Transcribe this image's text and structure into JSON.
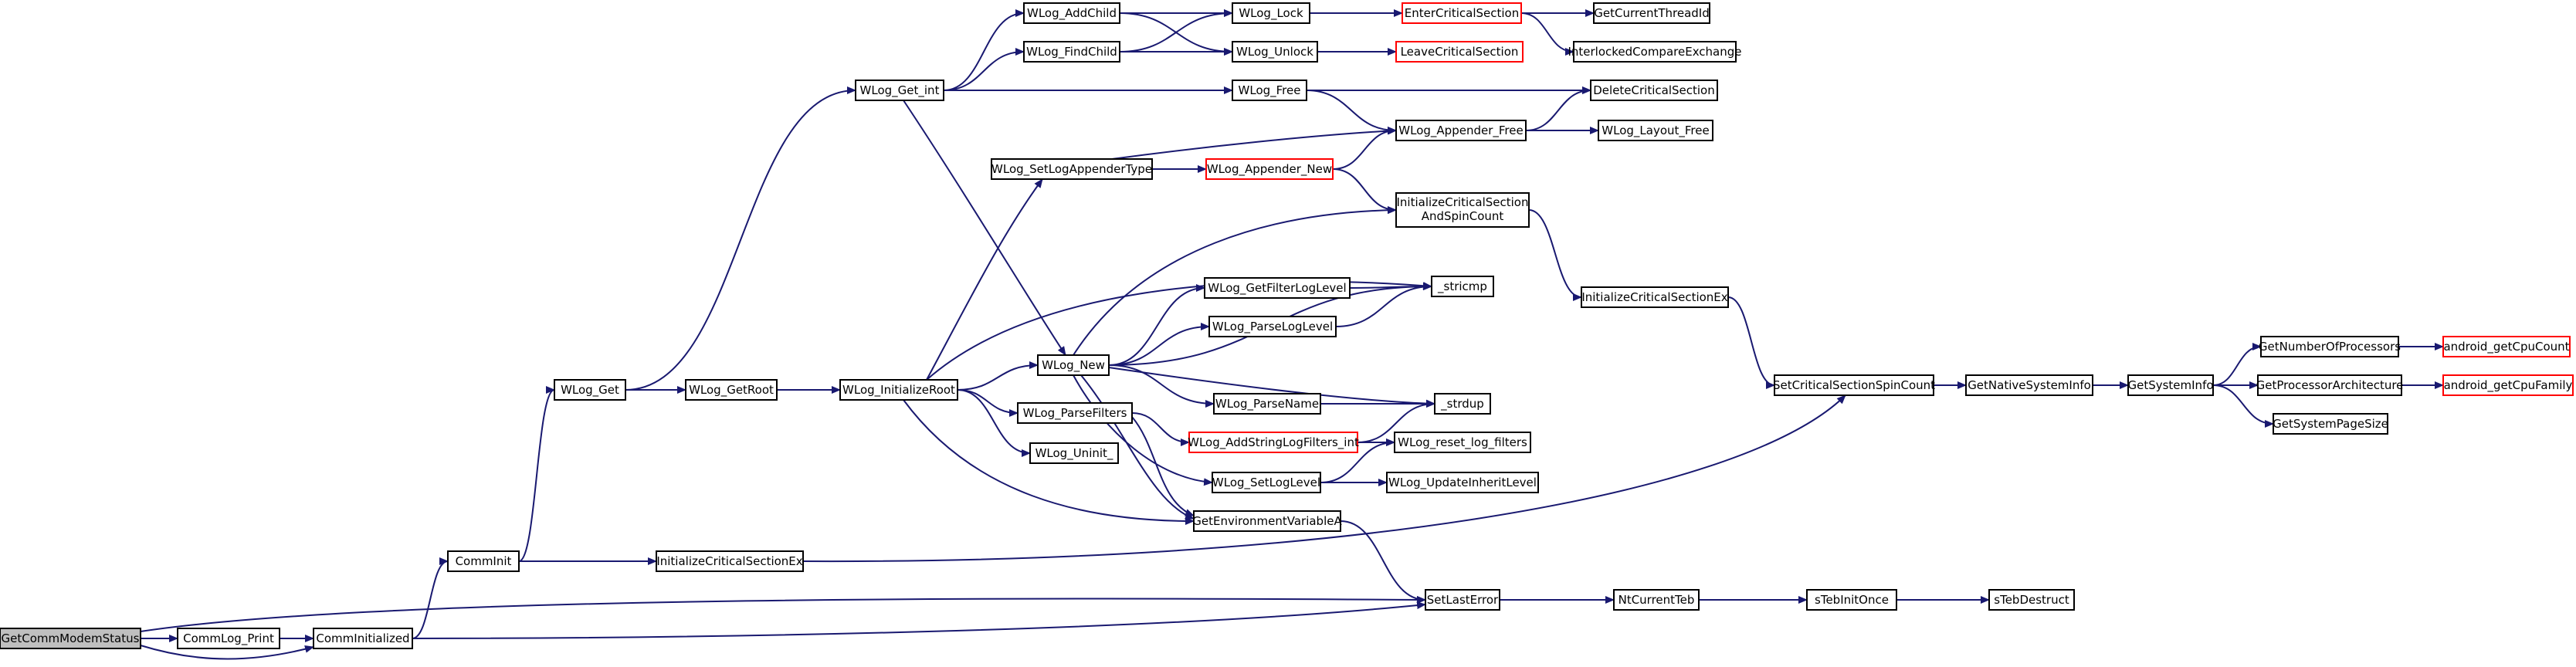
{
  "colors": {
    "edge": "#191970",
    "node_border": "#000000",
    "node_border_incomplete": "#ff0000",
    "root_fill": "#bfbfbf",
    "node_fill": "#ffffff"
  },
  "nodes": {
    "GetCommModemStatus": {
      "label": "GetCommModemStatus",
      "style": "root"
    },
    "CommLog_Print": {
      "label": "CommLog_Print",
      "style": "normal"
    },
    "CommInitialized": {
      "label": "CommInitialized",
      "style": "normal"
    },
    "CommInit": {
      "label": "CommInit",
      "style": "normal"
    },
    "WLog_Get": {
      "label": "WLog_Get",
      "style": "normal"
    },
    "WLog_GetRoot": {
      "label": "WLog_GetRoot",
      "style": "normal"
    },
    "WLog_InitializeRoot": {
      "label": "WLog_InitializeRoot",
      "style": "normal"
    },
    "InitializeCriticalSectionEx_a": {
      "label": "InitializeCriticalSectionEx",
      "style": "normal"
    },
    "WLog_Get_int": {
      "label": "WLog_Get_int",
      "style": "normal"
    },
    "WLog_AddChild": {
      "label": "WLog_AddChild",
      "style": "normal"
    },
    "WLog_FindChild": {
      "label": "WLog_FindChild",
      "style": "normal"
    },
    "WLog_SetLogAppenderType": {
      "label": "WLog_SetLogAppenderType",
      "style": "normal"
    },
    "WLog_New": {
      "label": "WLog_New",
      "style": "normal"
    },
    "WLog_ParseFilters": {
      "label": "WLog_ParseFilters",
      "style": "normal"
    },
    "WLog_Uninit_": {
      "label": "WLog_Uninit_",
      "style": "normal"
    },
    "WLog_Lock": {
      "label": "WLog_Lock",
      "style": "normal"
    },
    "WLog_Unlock": {
      "label": "WLog_Unlock",
      "style": "normal"
    },
    "WLog_Free": {
      "label": "WLog_Free",
      "style": "normal"
    },
    "WLog_Appender_New": {
      "label": "WLog_Appender_New",
      "style": "incomplete"
    },
    "WLog_GetFilterLogLevel": {
      "label": "WLog_GetFilterLogLevel",
      "style": "normal"
    },
    "WLog_ParseLogLevel": {
      "label": "WLog_ParseLogLevel",
      "style": "normal"
    },
    "WLog_ParseName": {
      "label": "WLog_ParseName",
      "style": "normal"
    },
    "WLog_AddStringLogFilters_int": {
      "label": "WLog_AddStringLogFilters_int",
      "style": "incomplete"
    },
    "WLog_SetLogLevel": {
      "label": "WLog_SetLogLevel",
      "style": "normal"
    },
    "GetEnvironmentVariableA": {
      "label": "GetEnvironmentVariableA",
      "style": "normal"
    },
    "EnterCriticalSection": {
      "label": "EnterCriticalSection",
      "style": "incomplete"
    },
    "LeaveCriticalSection": {
      "label": "LeaveCriticalSection",
      "style": "incomplete"
    },
    "WLog_Appender_Free": {
      "label": "WLog_Appender_Free",
      "style": "normal"
    },
    "InitializeCriticalSectionAndSpinCount": {
      "label": "InitializeCriticalSection",
      "label2": "AndSpinCount",
      "style": "normal"
    },
    "_stricmp": {
      "label": "_stricmp",
      "style": "normal"
    },
    "_strdup": {
      "label": "_strdup",
      "style": "normal"
    },
    "WLog_reset_log_filters": {
      "label": "WLog_reset_log_filters",
      "style": "normal"
    },
    "WLog_UpdateInheritLevel": {
      "label": "WLog_UpdateInheritLevel",
      "style": "normal"
    },
    "SetLastError": {
      "label": "SetLastError",
      "style": "normal"
    },
    "GetCurrentThreadId": {
      "label": "GetCurrentThreadId",
      "style": "normal"
    },
    "InterlockedCompareExchange": {
      "label": "InterlockedCompareExchange",
      "style": "normal"
    },
    "DeleteCriticalSection": {
      "label": "DeleteCriticalSection",
      "style": "normal"
    },
    "WLog_Layout_Free": {
      "label": "WLog_Layout_Free",
      "style": "normal"
    },
    "InitializeCriticalSectionEx_b": {
      "label": "InitializeCriticalSectionEx",
      "style": "normal"
    },
    "SetCriticalSectionSpinCount": {
      "label": "SetCriticalSectionSpinCount",
      "style": "normal"
    },
    "GetNativeSystemInfo": {
      "label": "GetNativeSystemInfo",
      "style": "normal"
    },
    "GetSystemInfo": {
      "label": "GetSystemInfo",
      "style": "normal"
    },
    "GetNumberOfProcessors": {
      "label": "GetNumberOfProcessors",
      "style": "normal"
    },
    "GetProcessorArchitecture": {
      "label": "GetProcessorArchitecture",
      "style": "normal"
    },
    "GetSystemPageSize": {
      "label": "GetSystemPageSize",
      "style": "normal"
    },
    "android_getCpuCount": {
      "label": "android_getCpuCount",
      "style": "incomplete"
    },
    "android_getCpuFamily": {
      "label": "android_getCpuFamily",
      "style": "incomplete"
    },
    "NtCurrentTeb": {
      "label": "NtCurrentTeb",
      "style": "normal"
    },
    "sTebInitOnce": {
      "label": "sTebInitOnce",
      "style": "normal"
    },
    "sTebDestruct": {
      "label": "sTebDestruct",
      "style": "normal"
    }
  },
  "edges": [
    [
      "GetCommModemStatus",
      "CommLog_Print"
    ],
    [
      "GetCommModemStatus",
      "CommInitialized"
    ],
    [
      "GetCommModemStatus",
      "SetLastError"
    ],
    [
      "CommLog_Print",
      "CommInitialized"
    ],
    [
      "CommInitialized",
      "CommInit"
    ],
    [
      "CommInitialized",
      "SetLastError"
    ],
    [
      "CommInit",
      "WLog_Get"
    ],
    [
      "CommInit",
      "InitializeCriticalSectionEx_a"
    ],
    [
      "InitializeCriticalSectionEx_a",
      "SetCriticalSectionSpinCount"
    ],
    [
      "WLog_Get",
      "WLog_Get_int"
    ],
    [
      "WLog_Get",
      "WLog_GetRoot"
    ],
    [
      "WLog_GetRoot",
      "WLog_InitializeRoot"
    ],
    [
      "WLog_Get_int",
      "WLog_AddChild"
    ],
    [
      "WLog_Get_int",
      "WLog_FindChild"
    ],
    [
      "WLog_Get_int",
      "WLog_Free"
    ],
    [
      "WLog_Get_int",
      "WLog_New"
    ],
    [
      "WLog_InitializeRoot",
      "WLog_SetLogAppenderType"
    ],
    [
      "WLog_InitializeRoot",
      "WLog_New"
    ],
    [
      "WLog_InitializeRoot",
      "_stricmp"
    ],
    [
      "WLog_InitializeRoot",
      "WLog_ParseFilters"
    ],
    [
      "WLog_InitializeRoot",
      "WLog_Uninit_"
    ],
    [
      "WLog_InitializeRoot",
      "GetEnvironmentVariableA"
    ],
    [
      "WLog_AddChild",
      "WLog_Lock"
    ],
    [
      "WLog_AddChild",
      "WLog_Unlock"
    ],
    [
      "WLog_FindChild",
      "WLog_Lock"
    ],
    [
      "WLog_FindChild",
      "WLog_Unlock"
    ],
    [
      "WLog_Lock",
      "EnterCriticalSection"
    ],
    [
      "WLog_Unlock",
      "LeaveCriticalSection"
    ],
    [
      "EnterCriticalSection",
      "GetCurrentThreadId"
    ],
    [
      "EnterCriticalSection",
      "InterlockedCompareExchange"
    ],
    [
      "WLog_Free",
      "DeleteCriticalSection"
    ],
    [
      "WLog_Free",
      "WLog_Appender_Free"
    ],
    [
      "WLog_Appender_Free",
      "DeleteCriticalSection"
    ],
    [
      "WLog_Appender_Free",
      "WLog_Layout_Free"
    ],
    [
      "WLog_SetLogAppenderType",
      "WLog_Appender_New"
    ],
    [
      "WLog_SetLogAppenderType",
      "WLog_Appender_Free"
    ],
    [
      "WLog_Appender_New",
      "WLog_Appender_Free"
    ],
    [
      "WLog_Appender_New",
      "InitializeCriticalSectionAndSpinCount"
    ],
    [
      "InitializeCriticalSectionAndSpinCount",
      "InitializeCriticalSectionEx_b"
    ],
    [
      "InitializeCriticalSectionEx_b",
      "SetCriticalSectionSpinCount"
    ],
    [
      "WLog_New",
      "InitializeCriticalSectionAndSpinCount"
    ],
    [
      "WLog_New",
      "_stricmp"
    ],
    [
      "WLog_New",
      "WLog_GetFilterLogLevel"
    ],
    [
      "WLog_New",
      "WLog_ParseLogLevel"
    ],
    [
      "WLog_New",
      "_strdup"
    ],
    [
      "WLog_New",
      "WLog_ParseName"
    ],
    [
      "WLog_New",
      "WLog_SetLogLevel"
    ],
    [
      "WLog_New",
      "GetEnvironmentVariableA"
    ],
    [
      "WLog_GetFilterLogLevel",
      "_stricmp"
    ],
    [
      "WLog_ParseLogLevel",
      "_stricmp"
    ],
    [
      "WLog_ParseName",
      "_strdup"
    ],
    [
      "WLog_ParseFilters",
      "GetEnvironmentVariableA"
    ],
    [
      "WLog_ParseFilters",
      "WLog_AddStringLogFilters_int"
    ],
    [
      "WLog_AddStringLogFilters_int",
      "_strdup"
    ],
    [
      "WLog_AddStringLogFilters_int",
      "WLog_reset_log_filters"
    ],
    [
      "WLog_SetLogLevel",
      "WLog_reset_log_filters"
    ],
    [
      "WLog_SetLogLevel",
      "WLog_UpdateInheritLevel"
    ],
    [
      "GetEnvironmentVariableA",
      "SetLastError"
    ],
    [
      "SetLastError",
      "NtCurrentTeb"
    ],
    [
      "NtCurrentTeb",
      "sTebInitOnce"
    ],
    [
      "sTebInitOnce",
      "sTebDestruct"
    ],
    [
      "SetCriticalSectionSpinCount",
      "GetNativeSystemInfo"
    ],
    [
      "GetNativeSystemInfo",
      "GetSystemInfo"
    ],
    [
      "GetSystemInfo",
      "GetNumberOfProcessors"
    ],
    [
      "GetSystemInfo",
      "GetProcessorArchitecture"
    ],
    [
      "GetSystemInfo",
      "GetSystemPageSize"
    ],
    [
      "GetNumberOfProcessors",
      "android_getCpuCount"
    ],
    [
      "GetProcessorArchitecture",
      "android_getCpuFamily"
    ]
  ]
}
